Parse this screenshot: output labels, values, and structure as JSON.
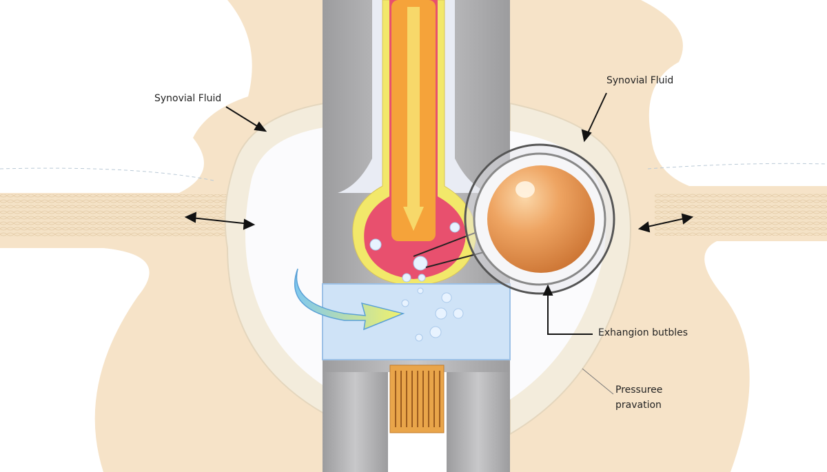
{
  "labels": {
    "synovial_left": "Synovial Fluid",
    "synovial_right": "Synovial Fluid",
    "bubbles": "Exhangion butbles",
    "pressure_line1": "Pressuree",
    "pressure_line2": "pravation"
  },
  "colors": {
    "bone": "#f6e3c8",
    "cartilage": "#f3ecdc",
    "column": "#a9a9ab",
    "fluid_band": "#cfe3f7",
    "rod": "#f5a33a",
    "bulb": "#e8506e",
    "sphere": "#e8944a"
  }
}
